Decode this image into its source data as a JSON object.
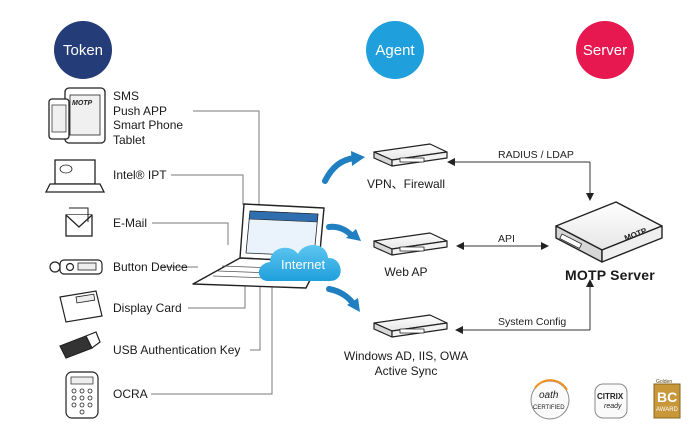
{
  "columns": {
    "token": {
      "label": "Token",
      "color": "#243c77"
    },
    "agent": {
      "label": "Agent",
      "color": "#1f9fdc"
    },
    "server": {
      "label": "Server",
      "color": "#e6184f"
    }
  },
  "tokens": [
    {
      "lines": [
        "SMS",
        "Push APP",
        "Smart Phone",
        "Tablet"
      ],
      "icon": "phone-tablet-icon"
    },
    {
      "label": "Intel® IPT",
      "icon": "laptop-intel-icon"
    },
    {
      "label": "E-Mail",
      "icon": "envelope-icon"
    },
    {
      "label": "Button Device",
      "icon": "button-token-icon"
    },
    {
      "label": "Display Card",
      "icon": "display-card-icon"
    },
    {
      "label": "USB Authentication Key",
      "icon": "usb-key-icon"
    },
    {
      "label": "OCRA",
      "icon": "keypad-token-icon"
    }
  ],
  "cloud_label": "Internet",
  "agents": [
    {
      "label": "VPN、Firewall"
    },
    {
      "label": "Web AP"
    },
    {
      "lines": [
        "Windows AD, IIS, OWA",
        "Active Sync"
      ]
    }
  ],
  "connections": [
    "RADIUS / LDAP",
    "API",
    "System Config"
  ],
  "server": {
    "title": "MOTP Server",
    "device_text": "MOTP"
  },
  "device_brand": "MOTP",
  "certifications": [
    {
      "text": "oath",
      "sub": "CERTIFIED"
    },
    {
      "text": "CITRIX",
      "sub": "ready"
    },
    {
      "top": "Golden",
      "text": "BC",
      "sub": "AWARD"
    }
  ]
}
